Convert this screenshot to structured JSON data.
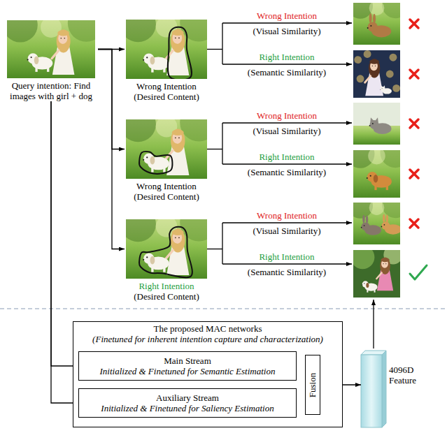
{
  "diagram": {
    "nodes": [
      {
        "text": [
          "Query intention: Find images with girl + dog"
        ]
      },
      {
        "text": [
          "Wrong Intention",
          "(Desired Content)"
        ]
      },
      {
        "text": [
          "Wrong Intention",
          "(Desired Content)"
        ]
      },
      {
        "text": [
          "Right Intention",
          "(Desired Content)"
        ]
      },
      {
        "text": [
          "The proposed MAC networks",
          "(Finetuned for inherent intention capture and characterization)"
        ]
      },
      {
        "text": [
          "Main Stream",
          "Initialized & Finetuned for Semantic Estimation"
        ],
        "in": 4
      },
      {
        "text": [
          "Auxiliary Stream",
          "Initialized & Finetuned for Saliency Estimation"
        ],
        "in": 4
      },
      {
        "text": [
          "Fusion"
        ],
        "in": 4
      },
      {
        "text": [
          "4096D Feature"
        ]
      }
    ],
    "edges": [
      {
        "from": 0,
        "to": 1,
        "arrow": "to"
      },
      {
        "from": 0,
        "to": 2,
        "arrow": "to"
      },
      {
        "from": 0,
        "to": 3,
        "arrow": "to"
      },
      {
        "from": 0,
        "to": 5,
        "arrow": "to"
      },
      {
        "from": 0,
        "to": 6,
        "arrow": "to"
      },
      {
        "from": 5,
        "to": 7,
        "arrow": "to"
      },
      {
        "from": 6,
        "to": 7,
        "arrow": "to"
      },
      {
        "from": 7,
        "to": 8,
        "arrow": "to"
      }
    ],
    "labels": [
      "Wrong Intention",
      "(Visual Similarity)",
      "Right Intention",
      "(Semantic Similarity)",
      "Wrong Intention",
      "(Visual Similarity)",
      "Right Intention",
      "(Semantic Similarity)",
      "Wrong Intention",
      "(Visual Similarity)",
      "Right Intention",
      "(Semantic Similarity)"
    ]
  }
}
